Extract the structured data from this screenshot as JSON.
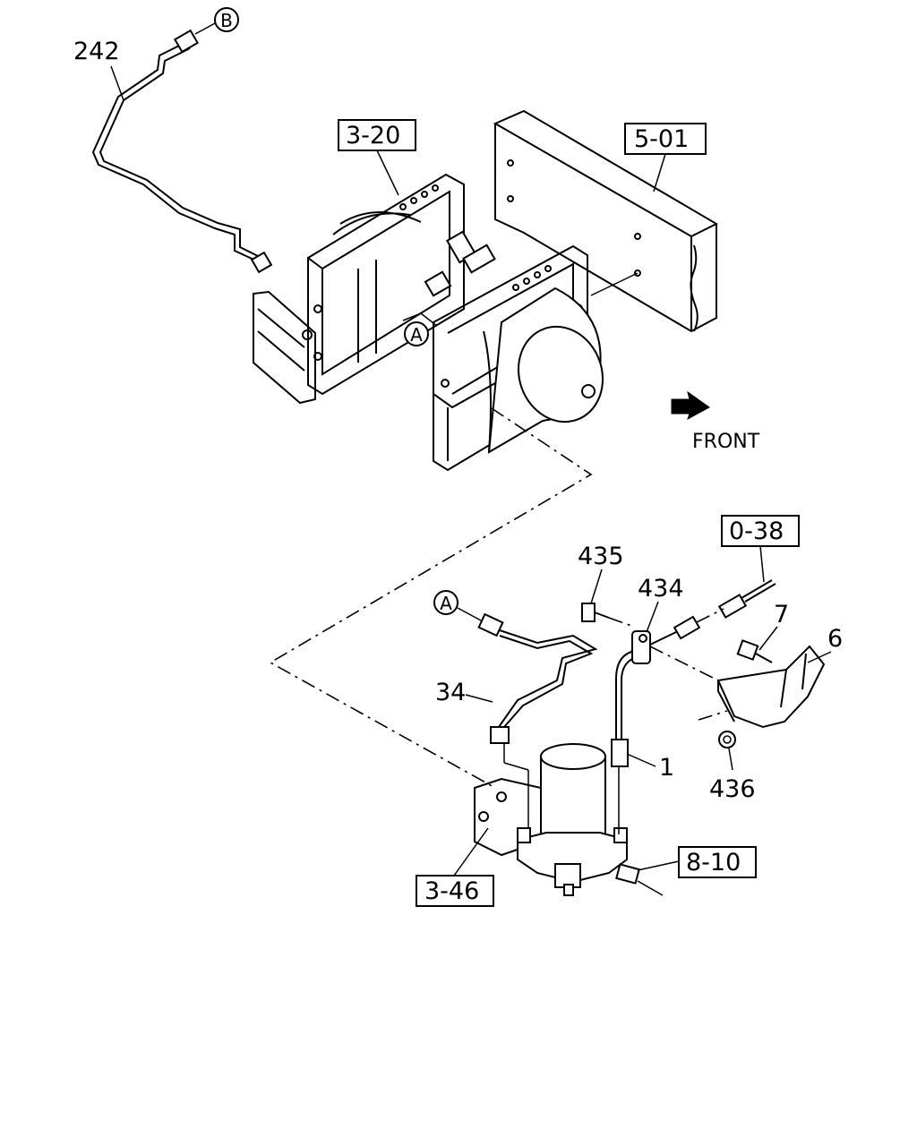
{
  "labels": {
    "part_242": "242",
    "ref_3_20": "3-20",
    "ref_5_01": "5-01",
    "front": "FRONT",
    "ref_0_38": "0-38",
    "part_435": "435",
    "part_434": "434",
    "part_7": "7",
    "part_6": "6",
    "part_34": "34",
    "part_1": "1",
    "part_436": "436",
    "ref_8_10": "8-10",
    "ref_3_46": "3-46"
  },
  "callouts": {
    "a_upper": "A",
    "a_lower": "A",
    "b": "B"
  },
  "icons": {
    "front_arrow": "front-arrow-icon"
  }
}
